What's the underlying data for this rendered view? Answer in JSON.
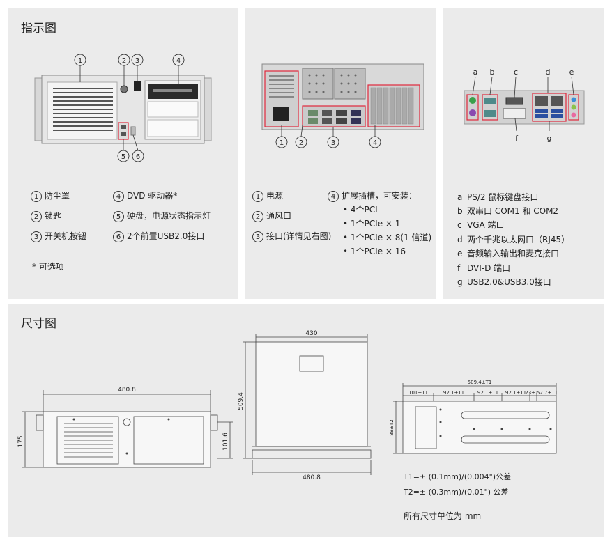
{
  "panels": {
    "indicator_title": "指示图",
    "dimension_title": "尺寸图"
  },
  "front": {
    "callouts": [
      "1",
      "2",
      "3",
      "4",
      "5",
      "6"
    ],
    "items": [
      {
        "num": "1",
        "label": "防尘罩"
      },
      {
        "num": "2",
        "label": "锁匙"
      },
      {
        "num": "3",
        "label": "开关机按钮"
      },
      {
        "num": "4",
        "label": "DVD 驱动器*"
      },
      {
        "num": "5",
        "label": "硬盘，电源状态指示灯"
      },
      {
        "num": "6",
        "label": "2个前置USB2.0接口"
      }
    ],
    "note": "* 可选项"
  },
  "rear": {
    "callouts": [
      "1",
      "2",
      "3",
      "4"
    ],
    "items": [
      {
        "num": "1",
        "label": "电源"
      },
      {
        "num": "2",
        "label": "通风口"
      },
      {
        "num": "3",
        "label": "接口(详情见右图)"
      },
      {
        "num": "4",
        "label": "扩展插槽，可安装："
      }
    ],
    "slots": [
      "4个PCI",
      "1个PCIe × 1",
      "1个PCIe × 8(1 信道)",
      "1个PCIe × 16"
    ]
  },
  "io": {
    "top_letters": [
      "a",
      "b",
      "c",
      "d",
      "e"
    ],
    "bottom_letters": [
      "f",
      "g"
    ],
    "items": [
      {
        "letter": "a",
        "label": "PS/2 鼠标键盘接口"
      },
      {
        "letter": "b",
        "label": "双串口 COM1 和 COM2"
      },
      {
        "letter": "c",
        "label": "VGA 端口"
      },
      {
        "letter": "d",
        "label": "两个千兆以太网口（RJ45）"
      },
      {
        "letter": "e",
        "label": "音频输入输出和麦克接口"
      },
      {
        "letter": "f",
        "label": "DVI-D 端口"
      },
      {
        "letter": "g",
        "label": "USB2.0&USB3.0接口"
      }
    ]
  },
  "dimensions": {
    "front_width": "480.8",
    "front_height": "175",
    "front_inner": "101.6",
    "top_width": "430",
    "top_depth": "509.4",
    "top_bottom_width": "480.8",
    "side_total": "509.4±T1",
    "side_segments": [
      "101±T1",
      "92.1±T1",
      "92.1±T1",
      "92.1±T1",
      "23±T1",
      "52.7±T1"
    ],
    "side_height": "88±T2",
    "tol1": "T1=± (0.1mm)/(0.004\")公差",
    "tol2": "T2=± (0.3mm)/(0.01\") 公差",
    "unit_note": "所有尺寸单位为 mm"
  },
  "colors": {
    "panel_bg": "#ebebeb",
    "highlight": "#e0283c"
  }
}
